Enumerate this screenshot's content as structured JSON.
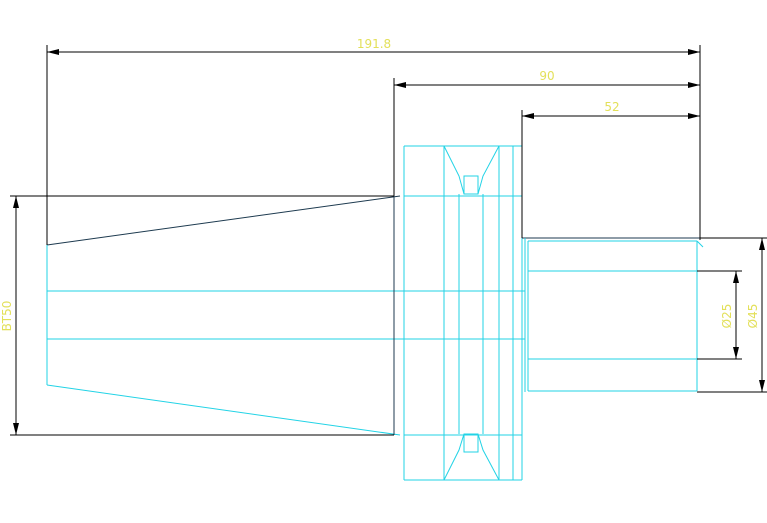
{
  "drawing": {
    "dimensions": {
      "overall_length": "191.8",
      "flange_to_end": "90",
      "shank_length": "52",
      "taper_label": "BT50",
      "inner_diameter": "Ø25",
      "outer_diameter": "Ø45"
    },
    "colors": {
      "background": "#ffffff",
      "part_lines": "#22d3e6",
      "taper_edge": "#1d3a4f",
      "dimension_lines": "#000000",
      "dimension_text": "#e3e05a"
    }
  }
}
